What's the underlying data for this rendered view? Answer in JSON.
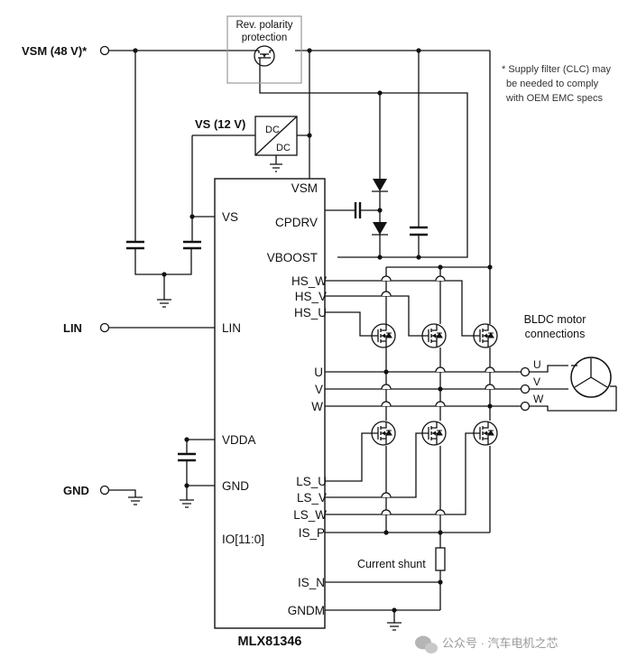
{
  "labels": {
    "vsm_input": "VSM (48 V)*",
    "vs_input": "VS (12 V)",
    "lin_input": "LIN",
    "gnd_input": "GND",
    "rev_pol_line1": "Rev. polarity",
    "rev_pol_line2": "protection",
    "dcdc_in": "DC",
    "dcdc_out": "DC",
    "note_line1": "* Supply filter (CLC) may",
    "note_line2": "be needed to comply",
    "note_line3": "with OEM EMC specs",
    "motor_line1": "BLDC motor",
    "motor_line2": "connections",
    "phase_u": "U",
    "phase_v": "V",
    "phase_w": "W",
    "current_shunt": "Current shunt",
    "chip_name": "MLX81346",
    "watermark": "公众号 · 汽车电机之芯"
  },
  "chip_pins": {
    "vsm": "VSM",
    "cpdrv": "CPDRV",
    "vboost": "VBOOST",
    "vs": "VS",
    "lin": "LIN",
    "vdda": "VDDA",
    "gnd": "GND",
    "io": "IO[11:0]",
    "hs_w": "HS_W",
    "hs_v": "HS_V",
    "hs_u": "HS_U",
    "u": "U",
    "v": "V",
    "w": "W",
    "ls_u": "LS_U",
    "ls_v": "LS_V",
    "ls_w": "LS_W",
    "is_p": "IS_P",
    "is_n": "IS_N",
    "gndm": "GNDM"
  }
}
